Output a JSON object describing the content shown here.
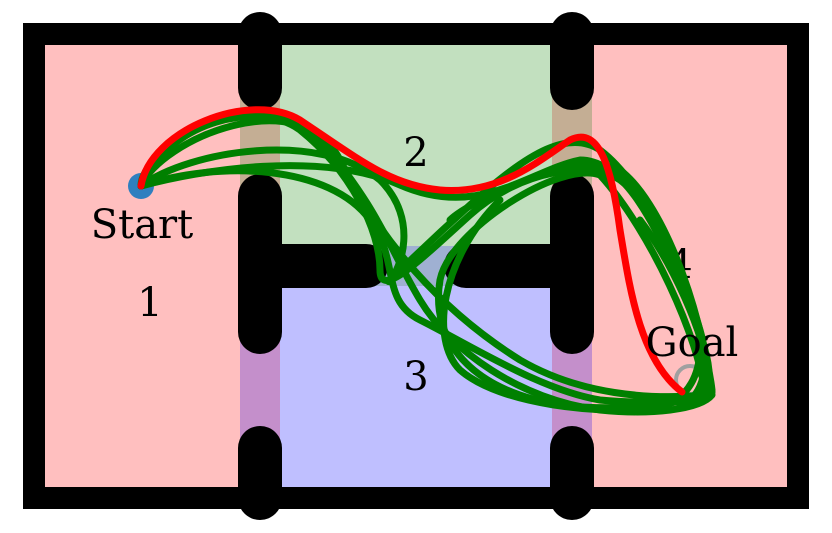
{
  "colors": {
    "wall": "#000000",
    "room_outer": "#ffbfbf",
    "room_top": "#c2e0bf",
    "room_bottom": "#bfbfff",
    "door_tan": "#c4ae94",
    "door_purple": "#c48fcb",
    "door_blue": "#9fb0d2",
    "start_marker": "#2f7fbf",
    "goal_marker": "#a0a0a0",
    "path_highlight": "#ff0000",
    "path_other": "#008000"
  },
  "labels": {
    "room1": "1",
    "room2": "2",
    "room3": "3",
    "room4": "4",
    "start": "Start",
    "goal": "Goal"
  },
  "paths": {
    "highlighted_count": 1,
    "other_count": 6
  }
}
